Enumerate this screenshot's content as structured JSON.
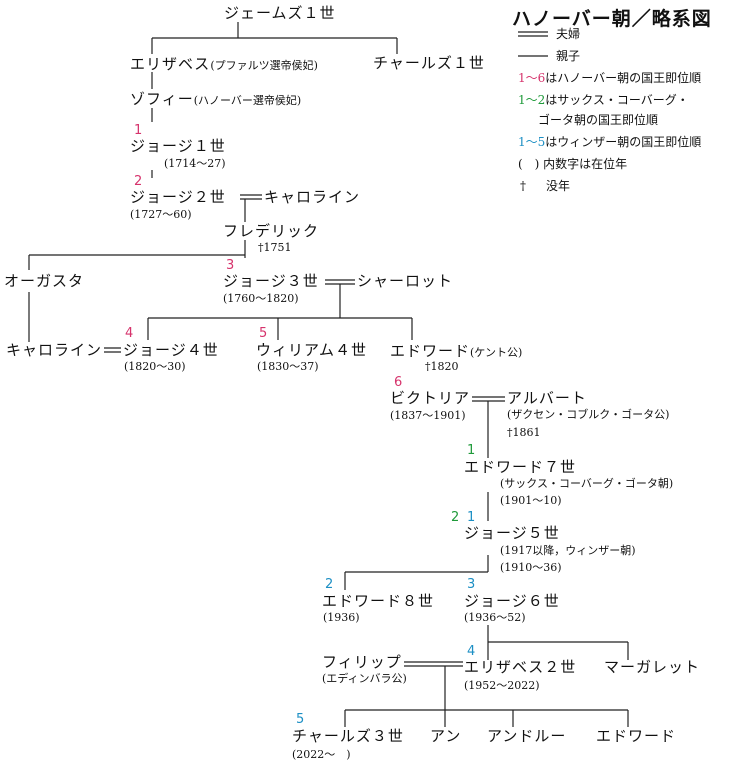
{
  "title": "ハノーバー朝／略系図",
  "legend": {
    "spouse": "夫婦",
    "parent": "親子",
    "hanover_nums": "1～6",
    "hanover_text": "はハノーバー朝の国王即位順",
    "saxe_nums": "1～2",
    "saxe_text": "はサックス・コーバーグ・",
    "saxe_text2": "ゴータ朝の国王即位順",
    "windsor_nums": "1～5",
    "windsor_text": "はウィンザー朝の国王即位順",
    "paren_note": "(　) 内数字は在位年",
    "dagger": "†",
    "dagger_text": "没年"
  },
  "people": {
    "james1": {
      "name": "ジェームズ１世"
    },
    "elizabeth": {
      "name": "エリザベス",
      "note": "(プファルツ選帝侯妃)"
    },
    "charles1": {
      "name": "チャールズ１世"
    },
    "sophia": {
      "name": "ゾフィー",
      "note": "(ハノーバー選帝侯妃)"
    },
    "george1": {
      "num": "1",
      "name": "ジョージ１世",
      "years": "(1714～27)"
    },
    "george2": {
      "num": "2",
      "name": "ジョージ２世",
      "years": "(1727～60)"
    },
    "caroline1": {
      "name": "キャロライン"
    },
    "frederick": {
      "name": "フレデリック",
      "death": "†1751"
    },
    "augusta": {
      "name": "オーガスタ"
    },
    "george3": {
      "num": "3",
      "name": "ジョージ３世",
      "years": "(1760～1820)"
    },
    "charlotte": {
      "name": "シャーロット"
    },
    "caroline2": {
      "name": "キャロライン"
    },
    "george4": {
      "num": "4",
      "name": "ジョージ４世",
      "years": "(1820～30)"
    },
    "william4": {
      "num": "5",
      "name": "ウィリアム４世",
      "years": "(1830～37)"
    },
    "edward_kent": {
      "name": "エドワード",
      "note": "(ケント公)",
      "death": "†1820"
    },
    "victoria": {
      "num": "6",
      "name": "ビクトリア",
      "years": "(1837～1901)"
    },
    "albert": {
      "name": "アルバート",
      "note": "(ザクセン・コブルク・ゴータ公)",
      "death": "†1861"
    },
    "edward7": {
      "num": "1",
      "name": "エドワード７世",
      "note": "(サックス・コーバーグ・ゴータ朝)",
      "years": "(1901～10)"
    },
    "george5": {
      "num_saxe": "2",
      "num": "1",
      "name": "ジョージ５世",
      "note": "(1917以降，ウィンザー朝)",
      "years": "(1910～36)"
    },
    "edward8": {
      "num": "2",
      "name": "エドワード８世",
      "years": "(1936)"
    },
    "george6": {
      "num": "3",
      "name": "ジョージ６世",
      "years": "(1936～52)"
    },
    "philip": {
      "name": "フィリップ",
      "note": "(エディンバラ公)"
    },
    "elizabeth2": {
      "num": "4",
      "name": "エリザベス２世",
      "years": "(1952～2022)"
    },
    "margaret": {
      "name": "マーガレット"
    },
    "charles3": {
      "num": "5",
      "name": "チャールズ３世",
      "years": "(2022～　)"
    },
    "anne": {
      "name": "アン"
    },
    "andrew": {
      "name": "アンドルー"
    },
    "edward": {
      "name": "エドワード"
    }
  }
}
